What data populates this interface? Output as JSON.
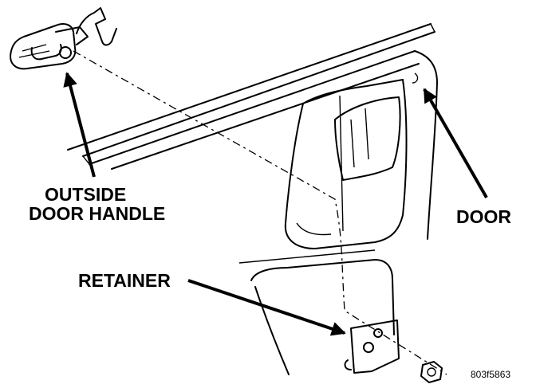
{
  "labels": {
    "outside_handle_line1": "OUTSIDE",
    "outside_handle_line2": "DOOR HANDLE",
    "door": "DOOR",
    "retainer": "RETAINER",
    "figure_id": "803f5863"
  }
}
